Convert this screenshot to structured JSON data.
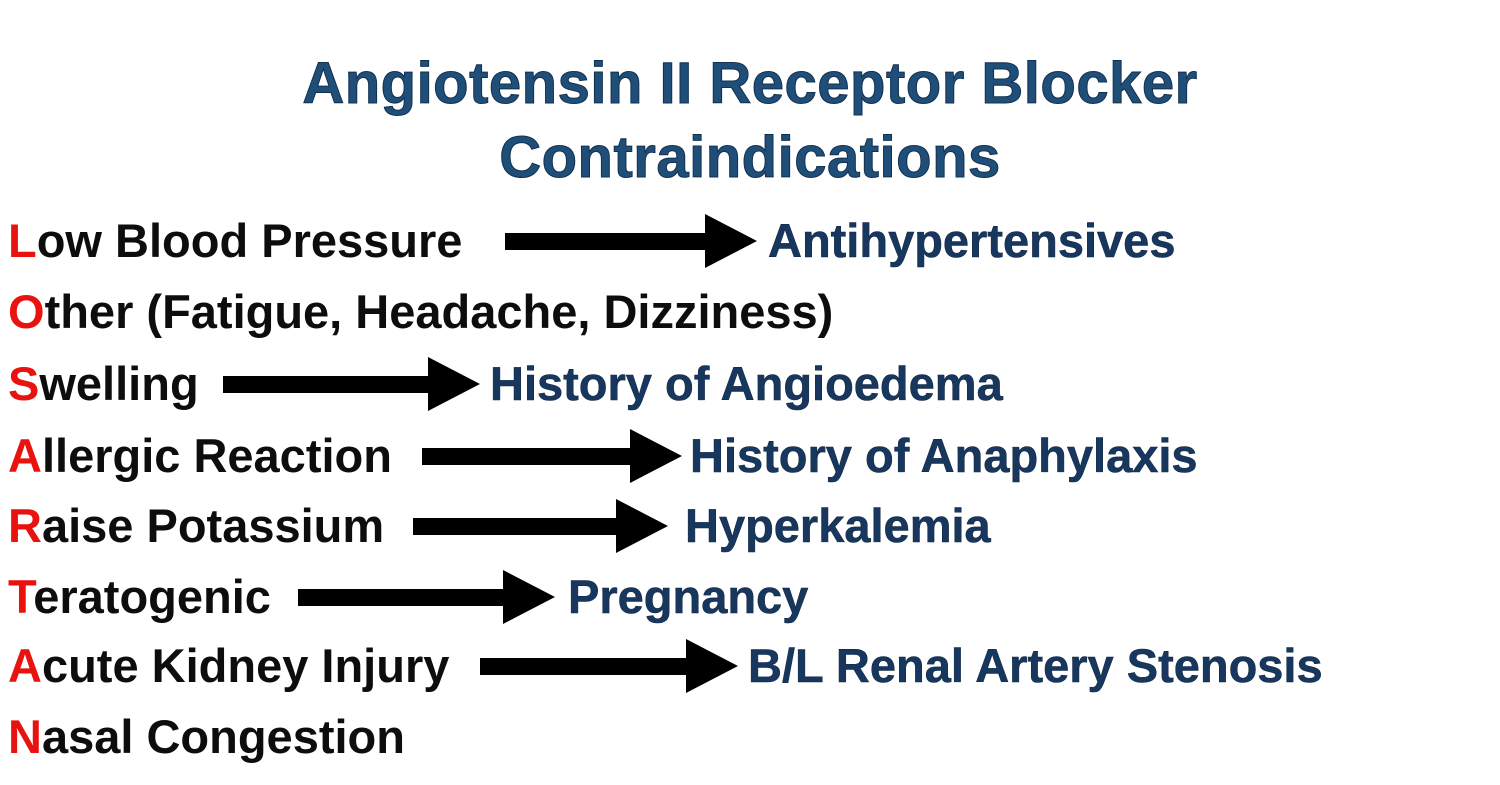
{
  "title": {
    "line1": "Angiotensin II Receptor Blocker",
    "line2": "Contraindications"
  },
  "mnemonic": "LOSARTAN",
  "colors": {
    "title_blue": "#1F4E79",
    "mnemonic_red": "#E8120F",
    "contraindication_navy": "#17375E",
    "body_black": "#0D0D0D",
    "arrow_black": "#000000",
    "background": "#FFFFFF"
  },
  "rows": [
    {
      "letter": "L",
      "rest": "ow Blood Pressure",
      "target": "Antihypertensives"
    },
    {
      "letter": "O",
      "rest": "ther (Fatigue, Headache, Dizziness)",
      "target": ""
    },
    {
      "letter": "S",
      "rest": "welling",
      "target": "History of Angioedema"
    },
    {
      "letter": "A",
      "rest": "llergic Reaction",
      "target": "History of Anaphylaxis"
    },
    {
      "letter": "R",
      "rest": "aise Potassium",
      "target": "Hyperkalemia"
    },
    {
      "letter": "T",
      "rest": "eratogenic",
      "target": "Pregnancy"
    },
    {
      "letter": "A",
      "rest": "cute Kidney Injury",
      "target": "B/L Renal Artery Stenosis"
    },
    {
      "letter": "N",
      "rest": "asal Congestion",
      "target": ""
    }
  ]
}
